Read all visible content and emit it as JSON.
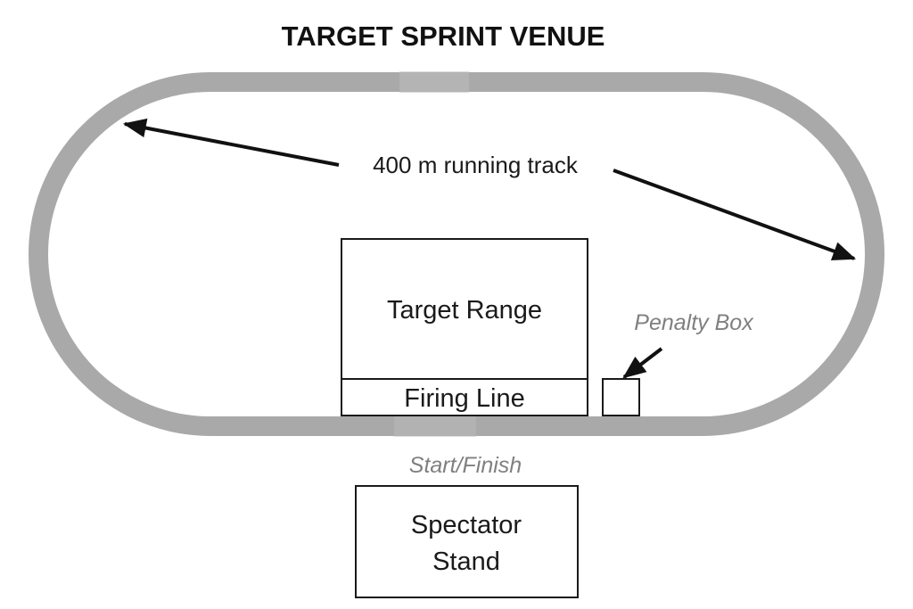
{
  "title": "TARGET SPRINT VENUE",
  "track": {
    "label": "400 m running track",
    "color": "#a9a9a9"
  },
  "target_range": {
    "label": "Target Range"
  },
  "firing_line": {
    "label": "Firing Line"
  },
  "penalty_box": {
    "label": "Penalty Box"
  },
  "start_finish": {
    "label": "Start/Finish"
  },
  "spectator_stand": {
    "label_line1": "Spectator",
    "label_line2": "Stand"
  },
  "colors": {
    "outline": "#1a1a1a",
    "arrow": "#111111",
    "muted_text": "#808080",
    "background": "#ffffff"
  }
}
